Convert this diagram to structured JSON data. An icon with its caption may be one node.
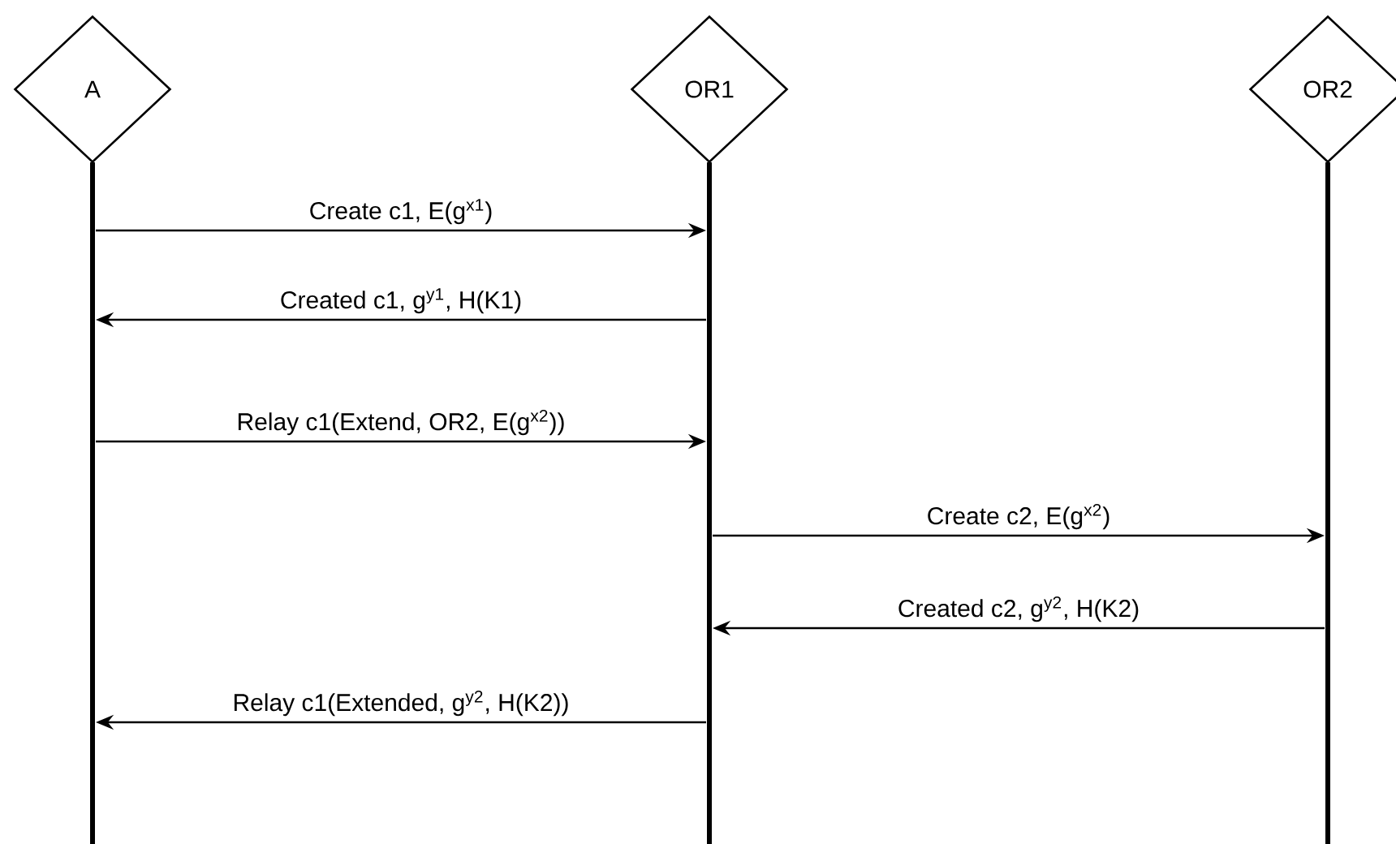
{
  "diagram": {
    "nodes": [
      {
        "text": [
          "A"
        ]
      },
      {
        "text": [
          "OR1"
        ]
      },
      {
        "text": [
          "OR2"
        ]
      }
    ],
    "edges": [
      {
        "from": 0,
        "to": 1,
        "arrow": "to",
        "label": "Create c1, E(g$^{x1}$)"
      },
      {
        "from": 1,
        "to": 0,
        "arrow": "to",
        "label": "Created c1, g$^{y1}$, H(K1)"
      },
      {
        "from": 0,
        "to": 1,
        "arrow": "to",
        "label": "Relay c1(Extend, OR2, E(g$^{x2}$))"
      },
      {
        "from": 1,
        "to": 2,
        "arrow": "to",
        "label": "Create c2, E(g$^{x2}$)"
      },
      {
        "from": 2,
        "to": 1,
        "arrow": "to",
        "label": "Created c2, g$^{y2}$, H(K2)"
      },
      {
        "from": 1,
        "to": 0,
        "arrow": "to",
        "label": "Relay c1(Extended, g$^{y2}$, H(K2))"
      }
    ]
  }
}
